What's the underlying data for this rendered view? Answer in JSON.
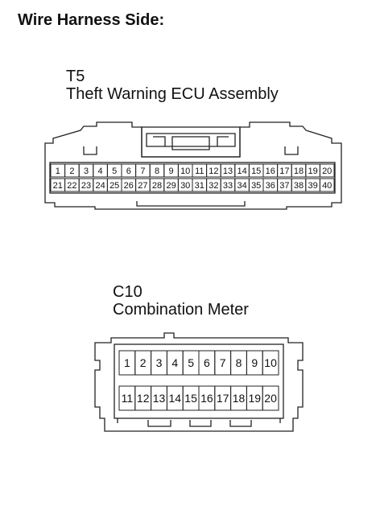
{
  "heading": "Wire Harness Side:",
  "connectors": [
    {
      "code": "T5",
      "name": "Theft Warning ECU Assembly",
      "rows": [
        [
          "1",
          "2",
          "3",
          "4",
          "5",
          "6",
          "7",
          "8",
          "9",
          "10",
          "11",
          "12",
          "13",
          "14",
          "15",
          "16",
          "17",
          "18",
          "19",
          "20"
        ],
        [
          "21",
          "22",
          "23",
          "24",
          "25",
          "26",
          "27",
          "28",
          "29",
          "30",
          "31",
          "32",
          "33",
          "34",
          "35",
          "36",
          "37",
          "38",
          "39",
          "40"
        ]
      ]
    },
    {
      "code": "C10",
      "name": "Combination Meter",
      "rows": [
        [
          "1",
          "2",
          "3",
          "4",
          "5",
          "6",
          "7",
          "8",
          "9",
          "10"
        ],
        [
          "11",
          "12",
          "13",
          "14",
          "15",
          "16",
          "17",
          "18",
          "19",
          "20"
        ]
      ]
    }
  ]
}
